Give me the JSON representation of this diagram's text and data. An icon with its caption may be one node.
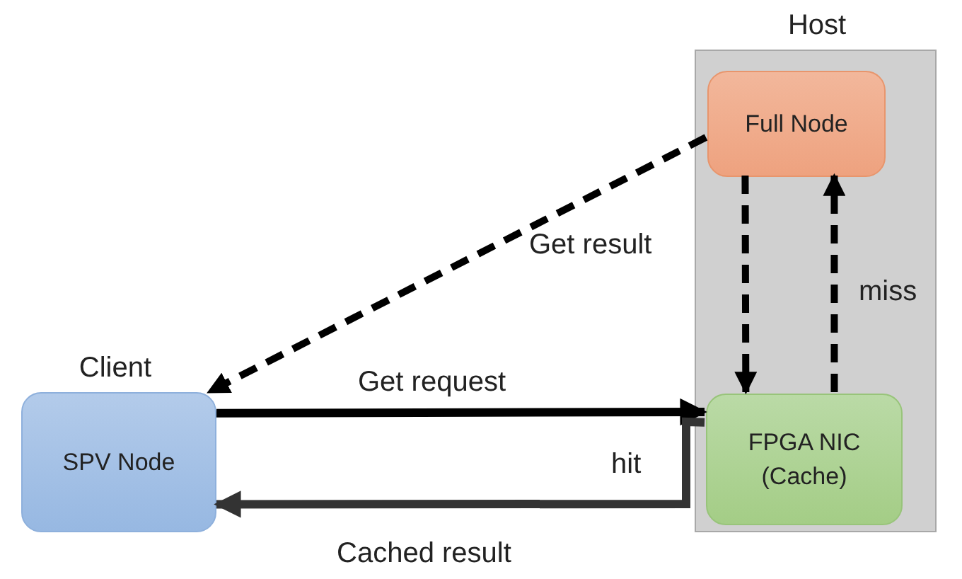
{
  "diagram": {
    "nodes": [
      {
        "text": [
          "Host"
        ]
      },
      {
        "text": [
          "Full Node"
        ],
        "in": 0
      },
      {
        "text": [
          "FPGA NIC (Cache)"
        ],
        "in": 0
      },
      {
        "text": [
          "Client",
          "SPV Node"
        ]
      }
    ],
    "edges": [
      {
        "from": 1,
        "to": 3,
        "arrow": "to",
        "label": "Get result",
        "style": "dashed"
      },
      {
        "from": 1,
        "to": 2,
        "arrow": "to",
        "style": "dashed"
      },
      {
        "from": 2,
        "to": 1,
        "arrow": "to",
        "label": "miss",
        "style": "dashed"
      },
      {
        "from": 3,
        "to": 2,
        "arrow": "to",
        "label": "Get request"
      },
      {
        "from": 2,
        "to": 3,
        "arrow": "to",
        "label": "Cached result",
        "color": "#333333"
      }
    ],
    "labels": [
      "hit"
    ]
  }
}
